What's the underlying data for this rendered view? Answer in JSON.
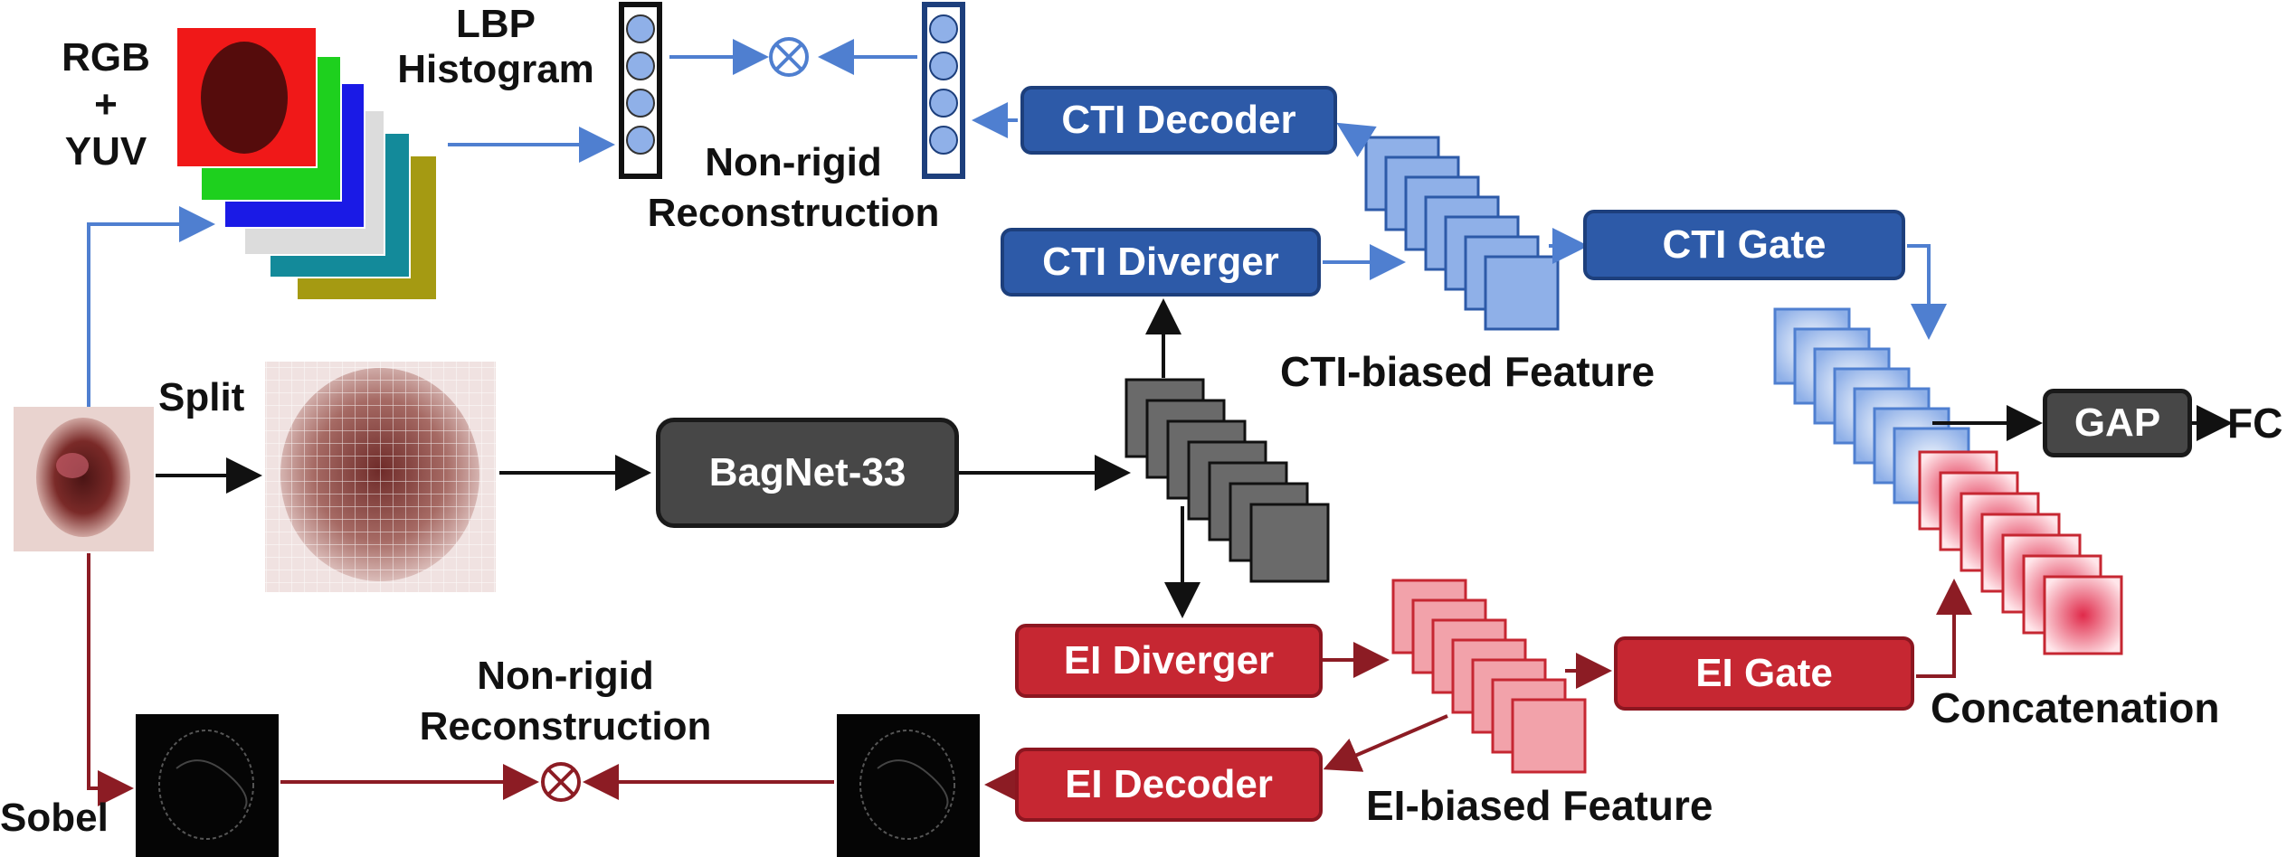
{
  "labels": {
    "rgb_yuv": "RGB\n+\nYUV",
    "lbp_histogram": "LBP\nHistogram",
    "nonrigid_top": "Non-rigid\nReconstruction",
    "nonrigid_bottom": "Non-rigid\nReconstruction",
    "split": "Split",
    "sobel": "Sobel",
    "cti_biased": "CTI-biased Feature",
    "ei_biased": "EI-biased Feature",
    "concatenation": "Concatenation",
    "fc": "FC"
  },
  "blocks": {
    "cti_decoder": "CTI Decoder",
    "cti_diverger": "CTI Diverger",
    "cti_gate": "CTI Gate",
    "bagnet": "BagNet-33",
    "gap": "GAP",
    "ei_diverger": "EI Diverger",
    "ei_gate": "EI Gate",
    "ei_decoder": "EI Decoder"
  },
  "colors": {
    "cti_blue": "#2d5aa8",
    "ei_red": "#c62732",
    "arrow_blue": "#4f7fd0",
    "arrow_red": "#8c1c24",
    "arrow_black": "#111111"
  },
  "symbols": {
    "multiply": "⊗"
  }
}
